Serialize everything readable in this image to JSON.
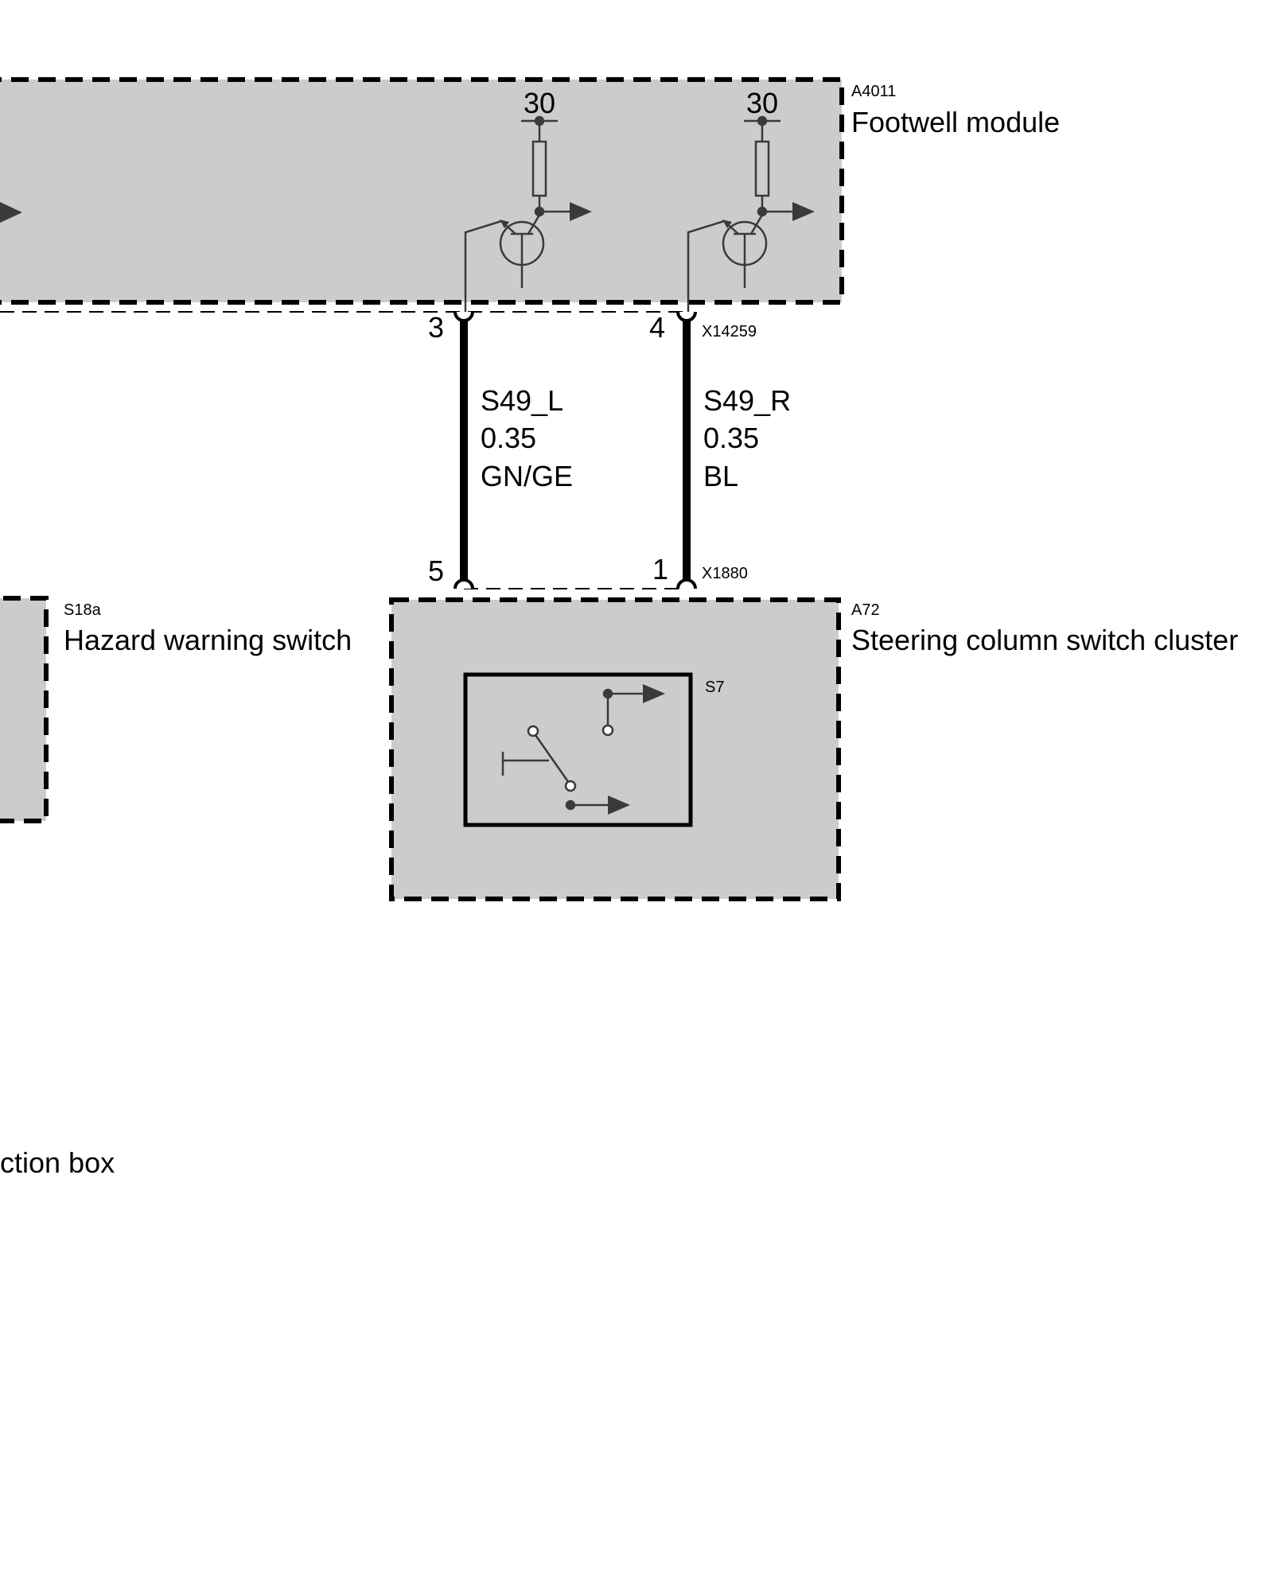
{
  "components": {
    "footwell": {
      "code": "A4011",
      "name": "Footwell module"
    },
    "hazard": {
      "code": "S18a",
      "name": "Hazard warning switch"
    },
    "steering": {
      "code": "A72",
      "name": "Steering column switch cluster",
      "switch_code": "S7"
    },
    "junction": {
      "name_fragment": "ction box"
    }
  },
  "supply": {
    "left": "30",
    "right": "30"
  },
  "connectors": {
    "upper": {
      "code": "X14259",
      "pin_left": "3",
      "pin_right": "4"
    },
    "lower": {
      "code": "X1880",
      "pin_left": "5",
      "pin_right": "1"
    }
  },
  "wires": {
    "left": {
      "signal": "S49_L",
      "gauge": "0.35",
      "color": "GN/GE"
    },
    "right": {
      "signal": "S49_R",
      "gauge": "0.35",
      "color": "BL"
    }
  },
  "palette": {
    "module_fill": "#cccccc",
    "line": "#000000",
    "symbol": "#3a3a3a"
  }
}
